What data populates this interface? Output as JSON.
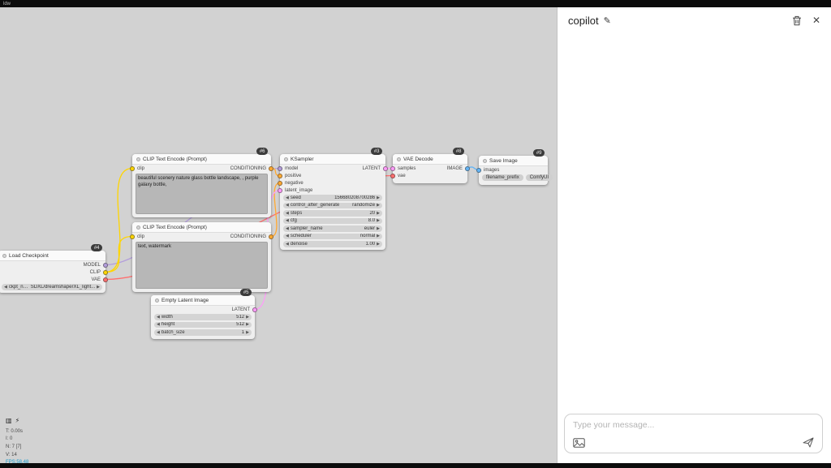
{
  "top_bar": {
    "label": "ldw"
  },
  "colors": {
    "model": "#B39DDB",
    "clip": "#FFD500",
    "vae": "#FF6E6E",
    "conditioning": "#FFA931",
    "latent": "#FF9CF9",
    "image": "#64B5F6"
  },
  "nodes": [
    {
      "title": "CLIP Text Encode (Prompt)",
      "badge": "#6",
      "inputs": [
        {
          "name": "clip"
        }
      ],
      "outputs": [
        {
          "name": "CONDITIONING"
        }
      ],
      "text": "beautiful scenery nature glass bottle landscape, , purple galaxy bottle,"
    },
    {
      "title": "CLIP Text Encode (Prompt)",
      "inputs": [
        {
          "name": "clip"
        }
      ],
      "outputs": [
        {
          "name": "CONDITIONING"
        }
      ],
      "text": "text, watermark"
    },
    {
      "title": "Load Checkpoint",
      "badge": "#4",
      "outputs": [
        {
          "name": "MODEL"
        },
        {
          "name": "CLIP"
        },
        {
          "name": "VAE"
        }
      ],
      "widgets": [
        {
          "name": "ckpt_name",
          "value": "SDXL/dreamshaperXL_light..."
        }
      ]
    },
    {
      "title": "KSampler",
      "badge": "#3",
      "inputs": [
        {
          "name": "model"
        },
        {
          "name": "positive"
        },
        {
          "name": "negative"
        },
        {
          "name": "latent_image"
        }
      ],
      "outputs": [
        {
          "name": "LATENT"
        }
      ],
      "widgets": [
        {
          "name": "seed",
          "value": "156680208700286"
        },
        {
          "name": "control_after_generate",
          "value": "randomize"
        },
        {
          "name": "steps",
          "value": "20"
        },
        {
          "name": "cfg",
          "value": "8.0"
        },
        {
          "name": "sampler_name",
          "value": "euler"
        },
        {
          "name": "scheduler",
          "value": "normal"
        },
        {
          "name": "denoise",
          "value": "1.00"
        }
      ]
    },
    {
      "title": "VAE Decode",
      "badge": "#8",
      "inputs": [
        {
          "name": "samples"
        },
        {
          "name": "vae"
        }
      ],
      "outputs": [
        {
          "name": "IMAGE"
        }
      ]
    },
    {
      "title": "Save Image",
      "badge": "#9",
      "inputs": [
        {
          "name": "images"
        }
      ],
      "widgets": [
        {
          "name": "filename_prefix",
          "value": "ComfyUI"
        }
      ]
    },
    {
      "title": "Empty Latent Image",
      "badge": "#5",
      "outputs": [
        {
          "name": "LATENT"
        }
      ],
      "widgets": [
        {
          "name": "width",
          "value": "512"
        },
        {
          "name": "height",
          "value": "512"
        },
        {
          "name": "batch_size",
          "value": "1"
        }
      ]
    }
  ],
  "stats": {
    "lines": [
      "T: 0.00s",
      "I: 0",
      "N: 7 [7]",
      "V: 14",
      "FPS:58.48"
    ]
  },
  "copilot": {
    "title": "copilot",
    "placeholder": "Type your message..."
  }
}
